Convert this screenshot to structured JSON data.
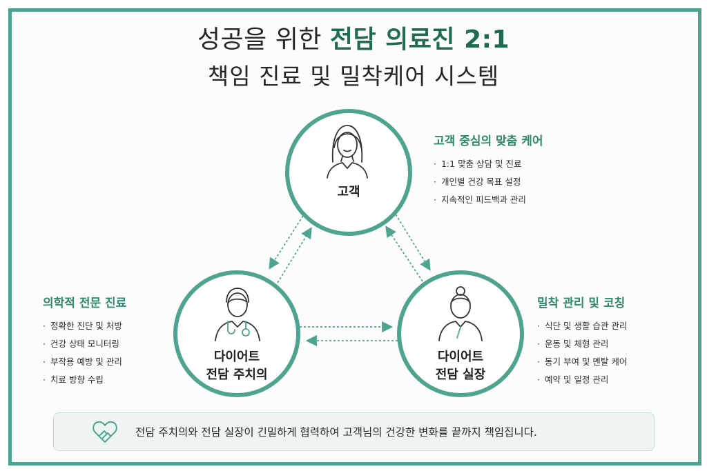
{
  "title": {
    "line1_prefix": "성공을 위한 ",
    "line1_highlight": "전담 의료진 2:1",
    "line2": "책임 진료 및 밀착케어 시스템"
  },
  "nodes": {
    "customer": {
      "label": "고객"
    },
    "doctor": {
      "line1": "다이어트",
      "line2": "전담 주치의"
    },
    "manager": {
      "line1": "다이어트",
      "line2": "전담 실장"
    }
  },
  "panels": {
    "customer": {
      "heading": "고객 중심의 맞춤 케어",
      "items": [
        "1:1 맞춤 상담 및 진료",
        "개인별 건강 목표 설정",
        "지속적인 피드백과 관리"
      ]
    },
    "doctor": {
      "heading": "의학적 전문 진료",
      "items": [
        "정확한 진단 및 처방",
        "건강 상태 모니터링",
        "부작용 예방 및 관리",
        "치료 방향 수립"
      ]
    },
    "manager": {
      "heading": "밀착 관리 및 코칭",
      "items": [
        "식단 및 생활 습관 관리",
        "운동 및 체형 관리",
        "동기 부여 및 멘탈 케어",
        "예약 및 일정 관리"
      ]
    }
  },
  "footer": {
    "text": "전담 주치의와 전담 실장이 긴밀하게 협력하여 고객님의 건강한 변화를 끝까지 책임집니다."
  },
  "icons": {
    "customer": "woman-avatar-icon",
    "doctor": "doctor-stethoscope-icon",
    "manager": "manager-woman-icon",
    "footer": "heart-handshake-icon"
  },
  "colors": {
    "accent": "#4fa48f",
    "heading": "#2f8a6c",
    "highlight": "#1f6b50"
  }
}
